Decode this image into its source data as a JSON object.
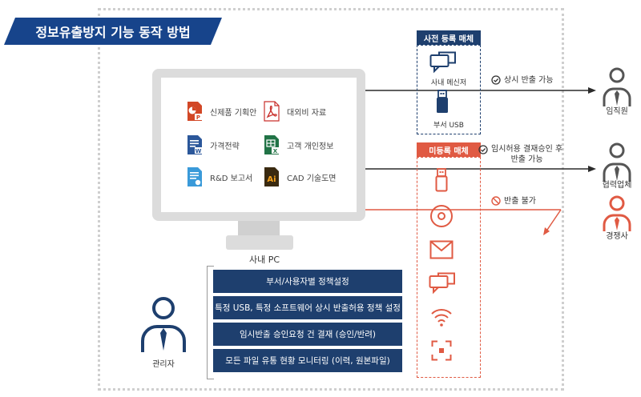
{
  "title": "정보유출방지 기능 동작 방법",
  "pc": {
    "label": "사내 PC",
    "files": [
      {
        "label": "신제품 기획안",
        "icon": "powerpoint-file-icon"
      },
      {
        "label": "대외비 자료",
        "icon": "pdf-file-icon"
      },
      {
        "label": "가격전략",
        "icon": "word-file-icon"
      },
      {
        "label": "고객 개인정보",
        "icon": "excel-file-icon"
      },
      {
        "label": "R&D 보고서",
        "icon": "hwp-file-icon"
      },
      {
        "label": "CAD 기술도면",
        "icon": "illustrator-file-icon"
      }
    ]
  },
  "admin": {
    "label": "관리자",
    "policies": [
      "부서/사용자별 정책설정",
      "특정 USB, 특정 소프트웨어 상시 반출허용 정책 설정",
      "임시반출 승인요청 건 결재 (승인/반려)",
      "모든 파일 유통 현황 모니터링 (이력, 원본파일)"
    ]
  },
  "registered": {
    "header": "사전 등록 매체",
    "devices": [
      {
        "label": "사내 메신저",
        "icon": "messenger-icon"
      },
      {
        "label": "부서 USB",
        "icon": "usb-icon"
      }
    ]
  },
  "unregistered": {
    "header": "미등록 매체",
    "devices": [
      "usb-icon",
      "disc-icon",
      "email-icon",
      "messenger-icon",
      "wifi-icon",
      "capture-icon"
    ]
  },
  "flows": [
    {
      "status": "상시 반출 가능",
      "recipient": "임직원"
    },
    {
      "status_line1": "임시허용 결재승인 후",
      "status_line2": "반출 가능",
      "recipient": "협력업체"
    },
    {
      "status": "반출 불가",
      "recipient": "경쟁사"
    }
  ],
  "colors": {
    "navy": "#1e3f6e",
    "banner": "#17448b",
    "red": "#e05a43",
    "gray": "#555555"
  }
}
